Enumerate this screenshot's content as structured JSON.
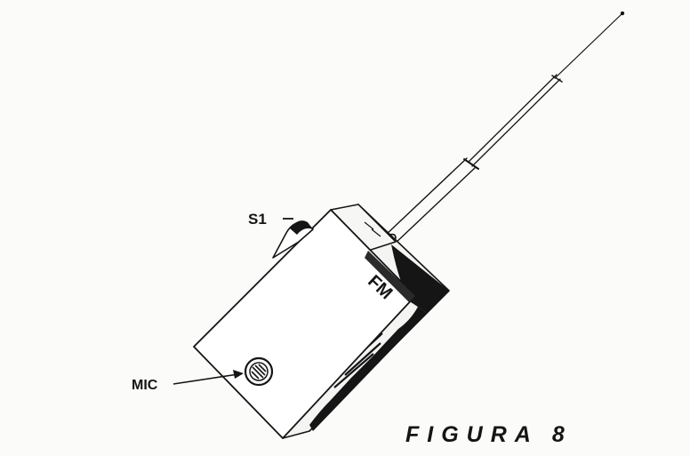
{
  "labels": {
    "switch": "S1",
    "microphone": "MIC",
    "band": "FM",
    "caption": "FIGURA 8"
  },
  "colors": {
    "ink": "#151515",
    "paper": "#fbfbf9"
  }
}
